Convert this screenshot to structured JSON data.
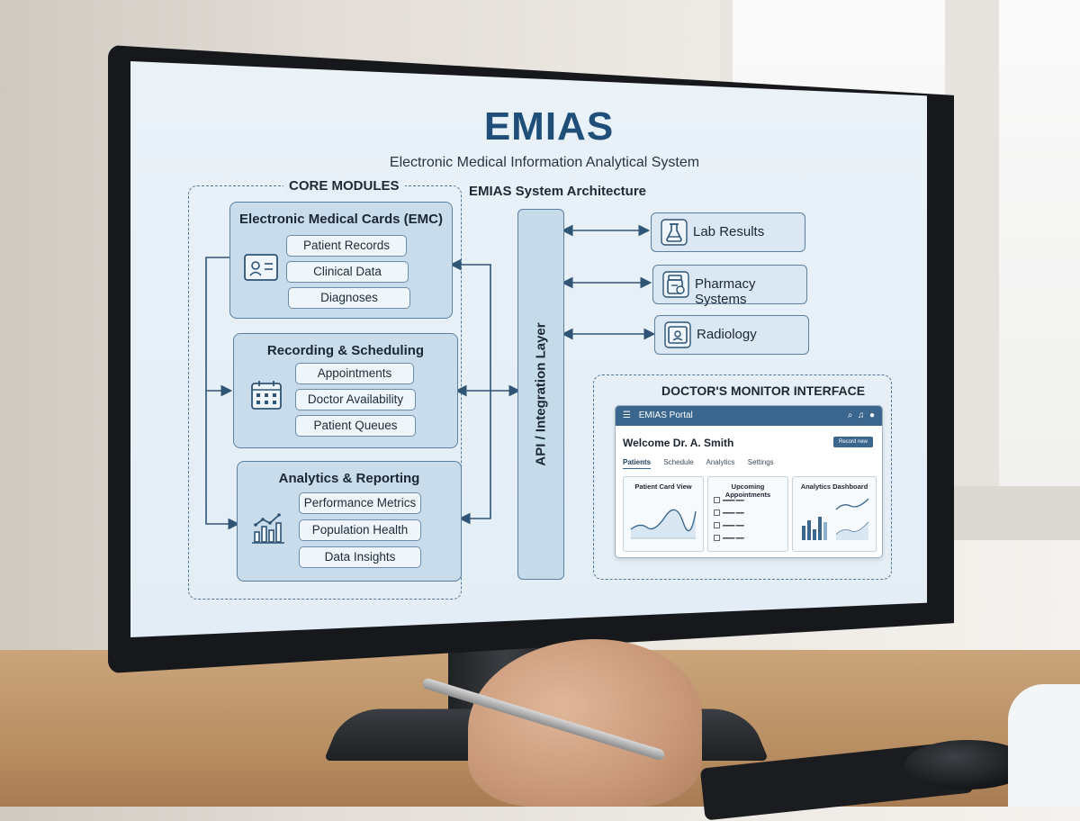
{
  "header": {
    "title": "EMIAS",
    "subtitle": "Electronic Medical Information Analytical System"
  },
  "labels": {
    "core_modules": "CORE MODULES",
    "architecture": "EMIAS System Architecture",
    "api_layer": "API / Integration Layer",
    "doctor_interface": "DOCTOR'S MONITOR INTERFACE"
  },
  "modules": [
    {
      "title": "Electronic Medical Cards (EMC)",
      "icon": "id-card-icon",
      "items": [
        "Patient Records",
        "Clinical Data",
        "Diagnoses"
      ]
    },
    {
      "title": "Recording & Scheduling",
      "icon": "calendar-icon",
      "items": [
        "Appointments",
        "Doctor Availability",
        "Patient Queues"
      ]
    },
    {
      "title": "Analytics & Reporting",
      "icon": "analytics-chart-icon",
      "items": [
        "Performance Metrics",
        "Population Health",
        "Data Insights"
      ]
    }
  ],
  "external_systems": [
    {
      "label": "Lab Results",
      "icon": "flask-icon"
    },
    {
      "label": "Pharmacy Systems",
      "icon": "pill-bottle-icon"
    },
    {
      "label": "Radiology",
      "icon": "radiology-icon"
    }
  ],
  "portal": {
    "app_name": "EMIAS Portal",
    "welcome": "Welcome Dr. A. Smith",
    "action_button": "Record new",
    "tabs": [
      "Patients",
      "Schedule",
      "Analytics",
      "Settings"
    ],
    "active_tab": "Patients",
    "cards": [
      {
        "title": "Patient Card View"
      },
      {
        "title": "Upcoming Appointments"
      },
      {
        "title": "Analytics Dashboard"
      }
    ]
  },
  "colors": {
    "title": "#1f4e79",
    "module_fill": "#c9dcec",
    "border": "#5c7f9f",
    "portal_bar": "#3b678f"
  }
}
